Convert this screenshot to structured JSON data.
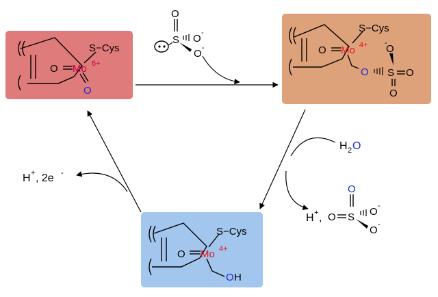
{
  "colors": {
    "box_mo6": "#e07b7b",
    "box_sulfite_bound": "#dea27a",
    "box_mo4_oh": "#a3c6ee",
    "mo_mo6": "#c00040",
    "mo_mo4": "#e0141c",
    "oxygen_blue": "#1a2ad8",
    "bond": "#000000",
    "arrow": "#000000"
  },
  "state_mo6": {
    "cys": "S−Cys",
    "oxo_axial": "O",
    "mo": "Mo",
    "charge": "6+",
    "oxo_equatorial": "O"
  },
  "state_sulfite_bound": {
    "cys": "S−Cys",
    "oxo": "O",
    "mo": "Mo",
    "charge": "4+",
    "o_minus": "O",
    "o_minus_charge": "-",
    "bridge_o": "O",
    "sulfur": "S",
    "o_double_right": "O",
    "o_double_bottom": "O"
  },
  "state_mo4_oh": {
    "cys": "S−Cys",
    "oxo": "O",
    "mo": "Mo",
    "charge": "4+",
    "hydroxyl_o": "O",
    "hydroxyl_h": "H"
  },
  "sulfite": {
    "o_top": "O",
    "sulfur": "S",
    "o_right": "O",
    "o_right_charge": "-",
    "o_bottom": "O",
    "o_bottom_charge": "-"
  },
  "water": {
    "h": "H",
    "sub": "2",
    "o": "O"
  },
  "sulfate": {
    "prefix": "H",
    "prefix_sup": "+",
    "prefix_comma": ",",
    "o_top": "O",
    "o_left": "O",
    "sulfur": "S",
    "o_right": "O",
    "o_right_charge": "-",
    "o_bottom": "O",
    "o_bottom_charge": "-"
  },
  "electrons": {
    "h": "H",
    "h_sup": "+",
    "rest": ", 2e",
    "e_sup": "-"
  }
}
